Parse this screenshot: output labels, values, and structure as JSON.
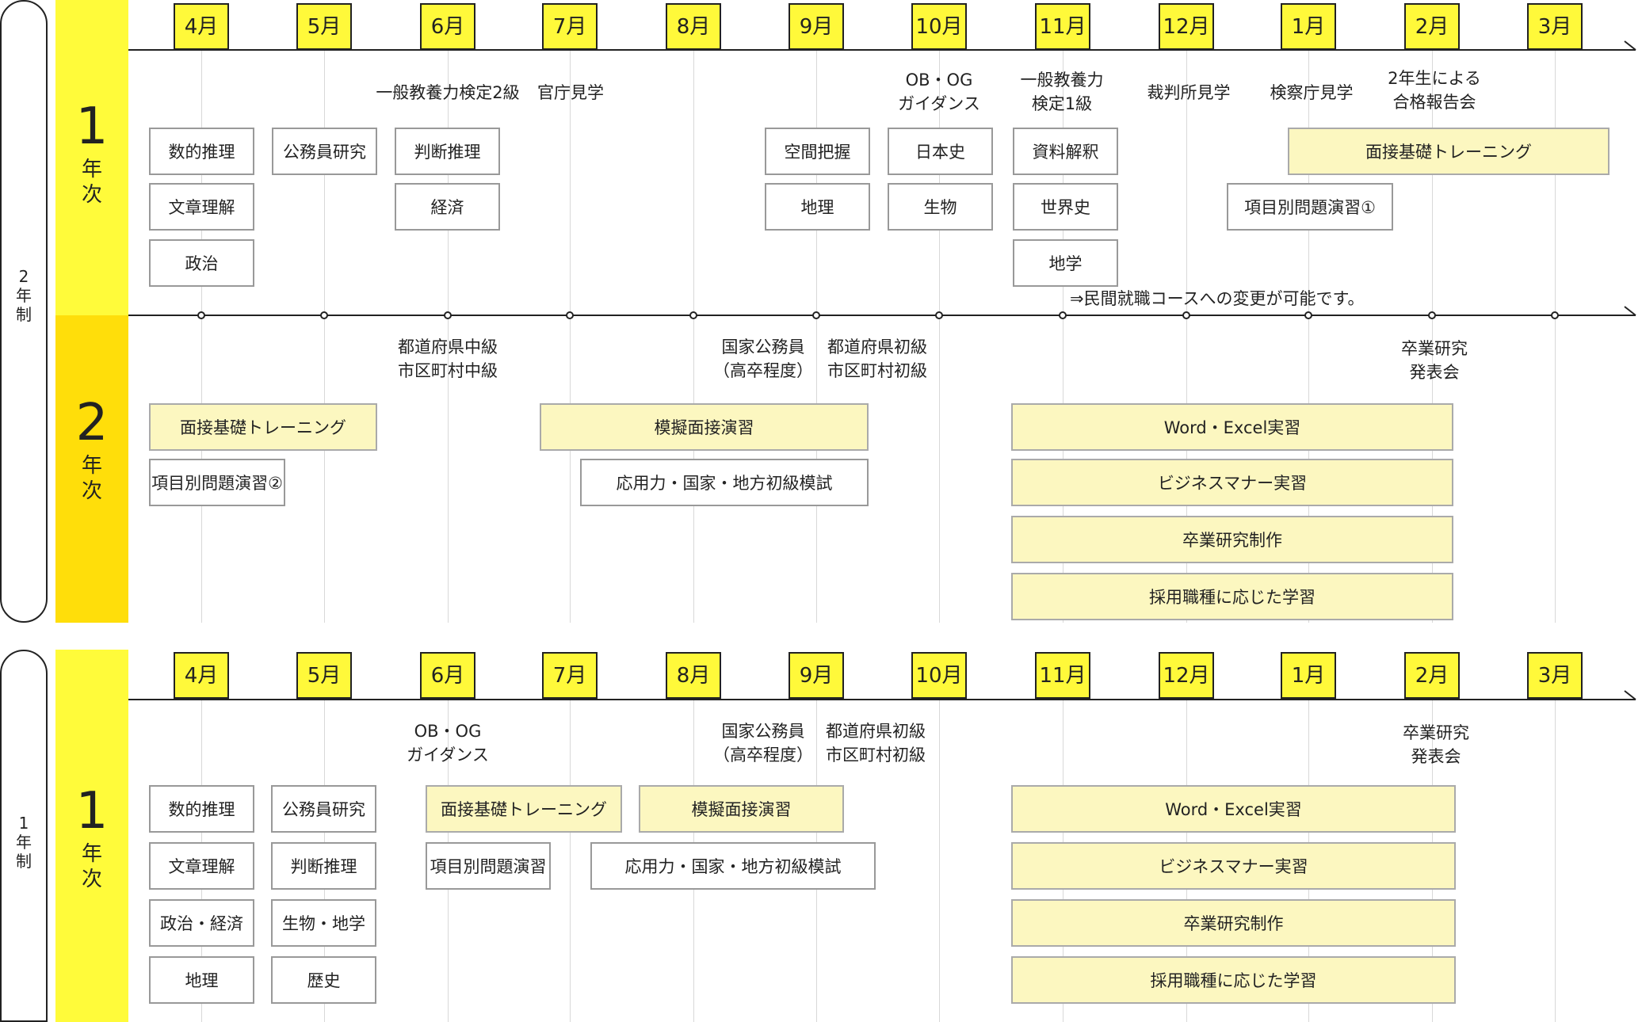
{
  "colors": {
    "band_light": "#fffb3a",
    "band_dark": "#ffde0a",
    "month_fill": "#fff93a",
    "highlight_box": "#fcf7c0"
  },
  "months": [
    "4月",
    "5月",
    "6月",
    "7月",
    "8月",
    "9月",
    "10月",
    "11月",
    "12月",
    "1月",
    "2月",
    "3月"
  ],
  "two_year": {
    "pill_label": "2\n年\n制",
    "year1": {
      "number": "1",
      "label": "年\n次"
    },
    "year2": {
      "number": "2",
      "label": "年\n次"
    },
    "year1_notes": {
      "kentei2": "一般教養力検定2級",
      "kancho": "官庁見学",
      "obog": "OB・OG\nガイダンス",
      "kentei1": "一般教養力\n検定1級",
      "saibansho": "裁判所見学",
      "kensatsu": "検察庁見学",
      "goukaku": "2年生による\n合格報告会"
    },
    "year1_boxes": {
      "suuteki": "数的推理",
      "bunsho": "文章理解",
      "seiji": "政治",
      "koumuin": "公務員研究",
      "handan": "判断推理",
      "keizai": "経済",
      "kukan": "空間把握",
      "chiri": "地理",
      "nihonshi": "日本史",
      "seibutsu": "生物",
      "shiryo": "資料解釈",
      "sekaishi": "世界史",
      "chigaku": "地学",
      "mensetsu": "面接基礎トレーニング",
      "koumoku1": "項目別問題演習①"
    },
    "midline_note": "⇒民間就職コースへの変更が可能です。",
    "year2_notes": {
      "chukyu": "都道府県中級\n市区町村中級",
      "kokka": "国家公務員\n（高卒程度）",
      "shokyu": "都道府県初級\n市区町村初級",
      "sotsugyo": "卒業研究\n発表会"
    },
    "year2_boxes": {
      "mensetsu": "面接基礎トレーニング",
      "koumoku2": "項目別問題演習②",
      "mogi": "模擬面接演習",
      "ouyou": "応用力・国家・地方初級模試",
      "word": "Word・Excel実習",
      "business": "ビジネスマナー実習",
      "sotsuken": "卒業研究制作",
      "saiyou": "採用職種に応じた学習"
    }
  },
  "one_year": {
    "pill_label": "1\n年\n制",
    "year1": {
      "number": "1",
      "label": "年\n次"
    },
    "notes": {
      "obog": "OB・OG\nガイダンス",
      "kokka": "国家公務員\n（高卒程度）",
      "shokyu": "都道府県初級\n市区町村初級",
      "sotsugyo": "卒業研究\n発表会"
    },
    "boxes": {
      "suuteki": "数的推理",
      "bunsho": "文章理解",
      "seiji": "政治・経済",
      "chiri": "地理",
      "koumuin": "公務員研究",
      "handan": "判断推理",
      "seibutsu": "生物・地学",
      "rekishi": "歴史",
      "mensetsu": "面接基礎トレーニング",
      "koumoku": "項目別問題演習",
      "mogi": "模擬面接演習",
      "ouyou": "応用力・国家・地方初級模試",
      "word": "Word・Excel実習",
      "business": "ビジネスマナー実習",
      "sotsuken": "卒業研究制作",
      "saiyou": "採用職種に応じた学習"
    }
  }
}
